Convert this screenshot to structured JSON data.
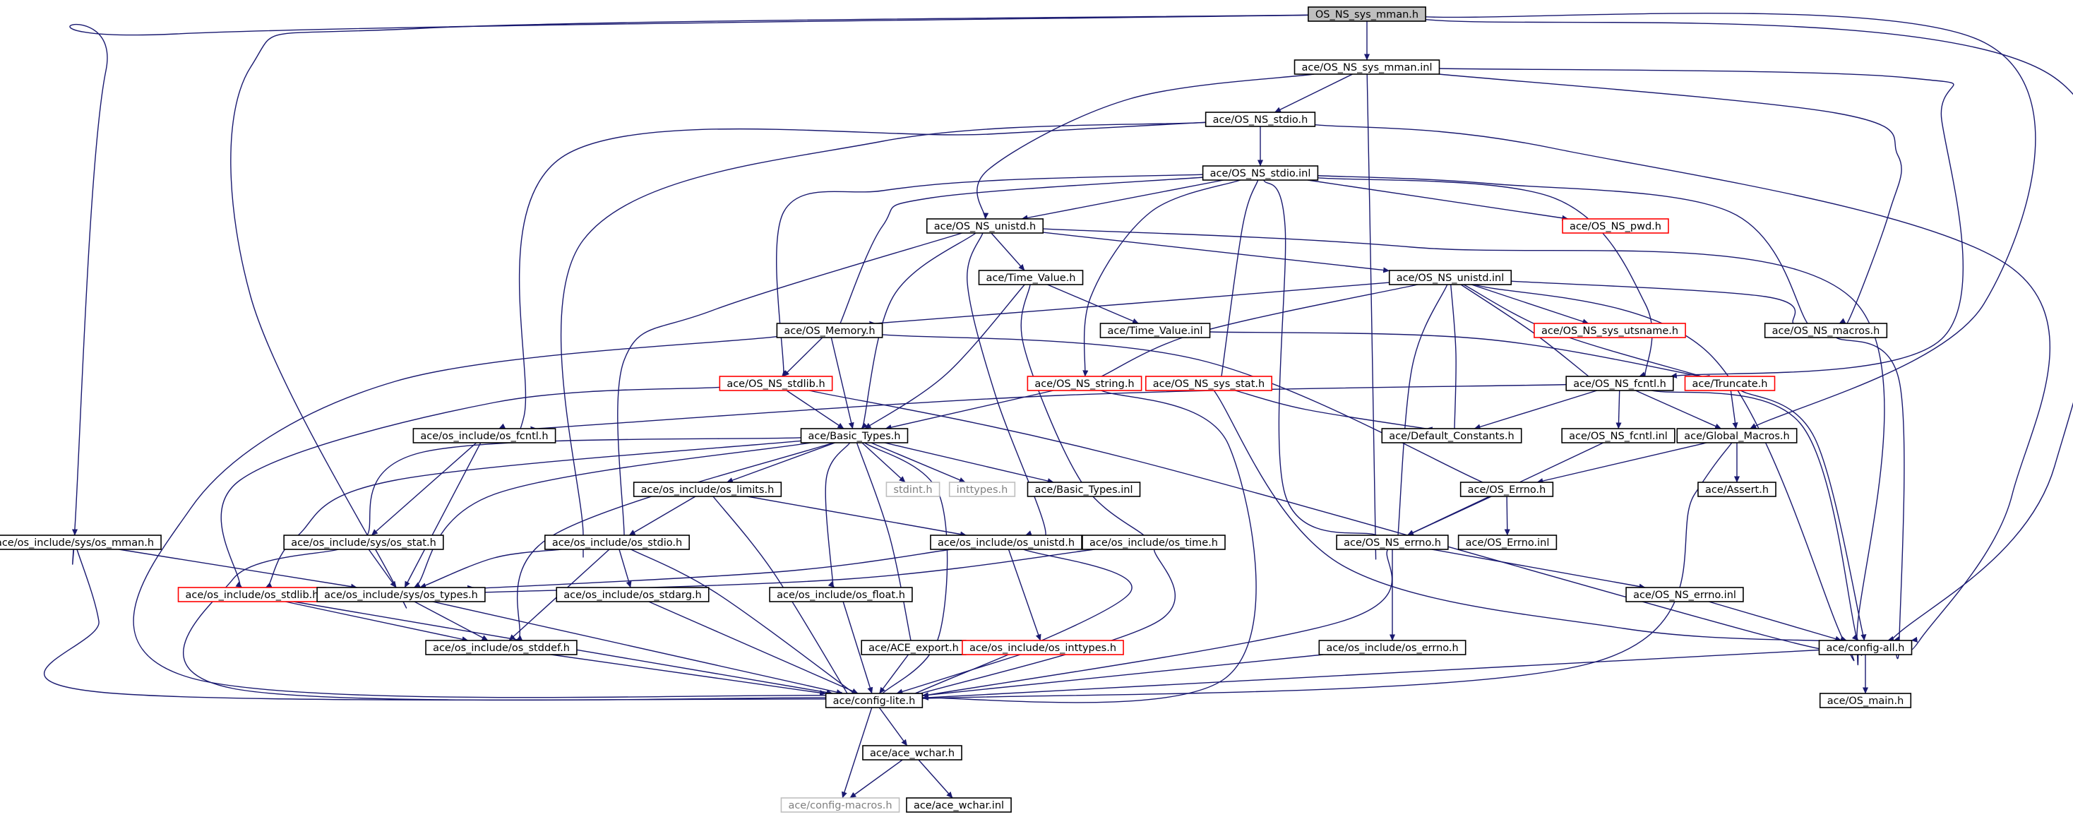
{
  "diagram": {
    "root": "OS_NS_sys_mman.h",
    "colors": {
      "edge": "#191970",
      "root_fill": "#bfbfbf",
      "node_border": "#000000",
      "undocumented_border": "#ff0000",
      "missing_border": "#bfbfbf",
      "missing_text": "#7f7f7f"
    },
    "nodes": [
      {
        "id": "root",
        "label": "OS_NS_sys_mman.h",
        "kind": "root"
      },
      {
        "id": "mman_inl",
        "label": "ace/OS_NS_sys_mman.inl",
        "kind": "normal"
      },
      {
        "id": "stdio_h",
        "label": "ace/OS_NS_stdio.h",
        "kind": "normal"
      },
      {
        "id": "stdio_inl",
        "label": "ace/OS_NS_stdio.inl",
        "kind": "normal"
      },
      {
        "id": "unistd_h",
        "label": "ace/OS_NS_unistd.h",
        "kind": "normal"
      },
      {
        "id": "pwd_h",
        "label": "ace/OS_NS_pwd.h",
        "kind": "red"
      },
      {
        "id": "timevalue_h",
        "label": "ace/Time_Value.h",
        "kind": "normal"
      },
      {
        "id": "unistd_inl",
        "label": "ace/OS_NS_unistd.inl",
        "kind": "normal"
      },
      {
        "id": "os_memory",
        "label": "ace/OS_Memory.h",
        "kind": "normal"
      },
      {
        "id": "timevalue_inl",
        "label": "ace/Time_Value.inl",
        "kind": "normal"
      },
      {
        "id": "utsname",
        "label": "ace/OS_NS_sys_utsname.h",
        "kind": "red"
      },
      {
        "id": "macros",
        "label": "ace/OS_NS_macros.h",
        "kind": "normal"
      },
      {
        "id": "stdlib_h",
        "label": "ace/OS_NS_stdlib.h",
        "kind": "red"
      },
      {
        "id": "string_h",
        "label": "ace/OS_NS_string.h",
        "kind": "red"
      },
      {
        "id": "sysstat_h",
        "label": "ace/OS_NS_sys_stat.h",
        "kind": "red"
      },
      {
        "id": "fcntl_h",
        "label": "ace/OS_NS_fcntl.h",
        "kind": "normal"
      },
      {
        "id": "truncate",
        "label": "ace/Truncate.h",
        "kind": "red"
      },
      {
        "id": "osinc_fcntl",
        "label": "ace/os_include/os_fcntl.h",
        "kind": "normal"
      },
      {
        "id": "basic_types",
        "label": "ace/Basic_Types.h",
        "kind": "normal"
      },
      {
        "id": "default_const",
        "label": "ace/Default_Constants.h",
        "kind": "normal"
      },
      {
        "id": "fcntl_inl",
        "label": "ace/OS_NS_fcntl.inl",
        "kind": "normal"
      },
      {
        "id": "global_macros",
        "label": "ace/Global_Macros.h",
        "kind": "normal"
      },
      {
        "id": "os_limits",
        "label": "ace/os_include/os_limits.h",
        "kind": "normal"
      },
      {
        "id": "stdint",
        "label": "stdint.h",
        "kind": "gray"
      },
      {
        "id": "inttypes",
        "label": "inttypes.h",
        "kind": "gray"
      },
      {
        "id": "basic_types_inl",
        "label": "ace/Basic_Types.inl",
        "kind": "normal"
      },
      {
        "id": "os_errno_h",
        "label": "ace/OS_Errno.h",
        "kind": "normal"
      },
      {
        "id": "assert",
        "label": "ace/Assert.h",
        "kind": "normal"
      },
      {
        "id": "sys_mman",
        "label": "ace/os_include/sys/os_mman.h",
        "kind": "normal"
      },
      {
        "id": "sys_stat",
        "label": "ace/os_include/sys/os_stat.h",
        "kind": "normal"
      },
      {
        "id": "os_stdio",
        "label": "ace/os_include/os_stdio.h",
        "kind": "normal"
      },
      {
        "id": "os_unistd",
        "label": "ace/os_include/os_unistd.h",
        "kind": "normal"
      },
      {
        "id": "os_time",
        "label": "ace/os_include/os_time.h",
        "kind": "normal"
      },
      {
        "id": "ns_errno_h",
        "label": "ace/OS_NS_errno.h",
        "kind": "normal"
      },
      {
        "id": "os_errno_inl",
        "label": "ace/OS_Errno.inl",
        "kind": "normal"
      },
      {
        "id": "os_stdlib",
        "label": "ace/os_include/os_stdlib.h",
        "kind": "red"
      },
      {
        "id": "sys_types",
        "label": "ace/os_include/sys/os_types.h",
        "kind": "normal"
      },
      {
        "id": "os_stdarg",
        "label": "ace/os_include/os_stdarg.h",
        "kind": "normal"
      },
      {
        "id": "os_float",
        "label": "ace/os_include/os_float.h",
        "kind": "normal"
      },
      {
        "id": "ns_errno_inl",
        "label": "ace/OS_NS_errno.inl",
        "kind": "normal"
      },
      {
        "id": "os_stddef",
        "label": "ace/os_include/os_stddef.h",
        "kind": "normal"
      },
      {
        "id": "ace_export",
        "label": "ace/ACE_export.h",
        "kind": "normal"
      },
      {
        "id": "os_inttypes",
        "label": "ace/os_include/os_inttypes.h",
        "kind": "red"
      },
      {
        "id": "os_errno",
        "label": "ace/os_include/os_errno.h",
        "kind": "normal"
      },
      {
        "id": "config_all",
        "label": "ace/config-all.h",
        "kind": "normal"
      },
      {
        "id": "config_lite",
        "label": "ace/config-lite.h",
        "kind": "normal"
      },
      {
        "id": "os_main",
        "label": "ace/OS_main.h",
        "kind": "normal"
      },
      {
        "id": "ace_wchar_h",
        "label": "ace/ace_wchar.h",
        "kind": "normal"
      },
      {
        "id": "config_macros",
        "label": "ace/config-macros.h",
        "kind": "gray"
      },
      {
        "id": "ace_wchar_inl",
        "label": "ace/ace_wchar.inl",
        "kind": "normal"
      }
    ]
  }
}
